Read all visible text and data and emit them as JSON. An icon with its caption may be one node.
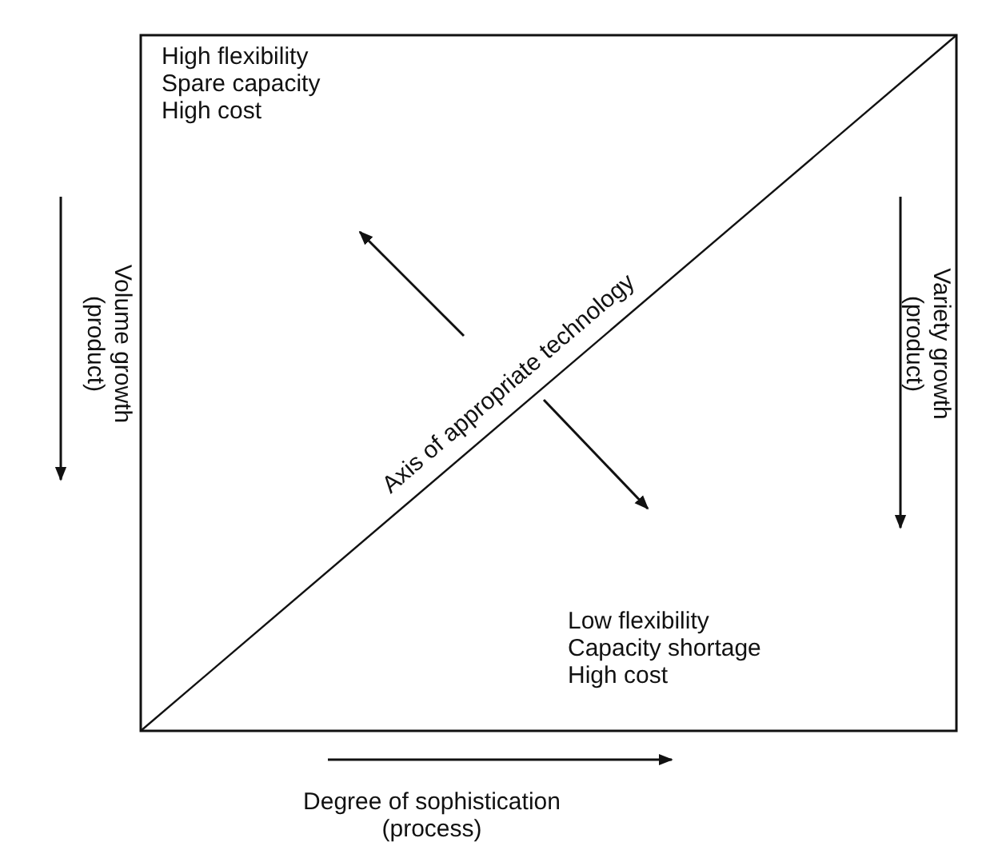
{
  "diagram": {
    "labels": [
      "High flexibility",
      "Spare capacity",
      "High cost",
      "Axis of appropriate technology",
      "Volume growth (product)",
      "Variety growth (product)",
      "Low flexibility",
      "Capacity shortage",
      "High cost",
      "Degree of sophistication (process)"
    ]
  }
}
